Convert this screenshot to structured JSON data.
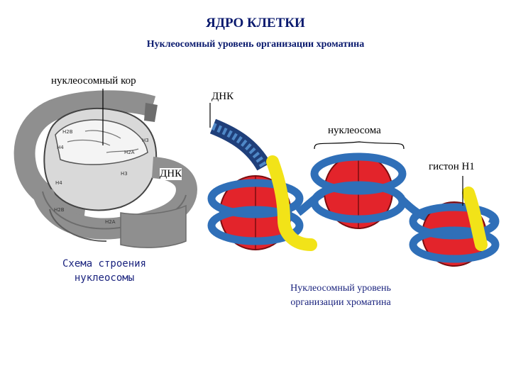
{
  "title": "ЯДРО КЛЕТКИ",
  "subtitle": "Нуклеосомный уровень организации хроматина",
  "left_panel": {
    "core_label": "нуклеосомный кор",
    "dna_label": "ДНК",
    "caption_line1": "Схема строения",
    "caption_line2": "нуклеосомы",
    "histone_labels": [
      "H2B",
      "H4",
      "H3",
      "H2A",
      "H3",
      "H4",
      "H2B",
      "H2A"
    ]
  },
  "right_panel": {
    "dna_label": "ДНК",
    "nucleosome_label": "нуклеосома",
    "histone_h1_label": "гистон H1",
    "caption_line1": "Нуклеосомный уровень",
    "caption_line2": "организации хроматина"
  },
  "colors": {
    "title": "#0a1a6e",
    "histone_core": "#e3242b",
    "dna_helix": "#3b7fc4",
    "histone_h1": "#f2e318",
    "dna_ribbon": "#8a8a8a"
  }
}
